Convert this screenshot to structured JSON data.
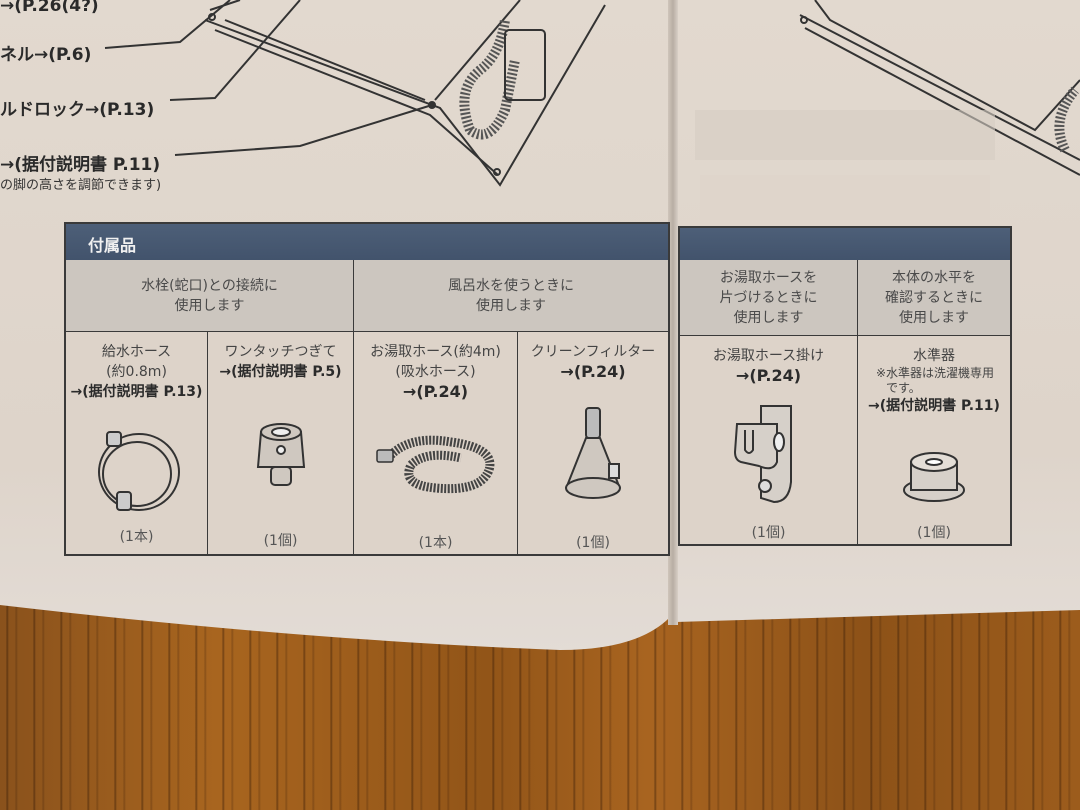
{
  "document": {
    "type": "washing-machine-instruction-manual",
    "callouts": [
      {
        "text": "→(P.26(4?)",
        "partial": true
      },
      {
        "text": "ネル→(P.6)",
        "partial": true
      },
      {
        "text": "ルドロック→(P.13)",
        "partial": true
      },
      {
        "text": "→(据付説明書 P.11)",
        "partial": true
      },
      {
        "text": "の脚の高さを調節できます)",
        "partial": true
      }
    ]
  },
  "accessories": {
    "title": "付属品",
    "categories": [
      {
        "label": "水栓(蛇口)との接続に\n使用します",
        "line1": "水栓(蛇口)との接続に",
        "line2": "使用します"
      },
      {
        "label": "風呂水を使うときに\n使用します",
        "line1": "風呂水を使うときに",
        "line2": "使用します"
      },
      {
        "label": "お湯取ホースを\n片づけるときに\n使用します",
        "line1": "お湯取ホースを",
        "line2": "片づけるときに",
        "line3": "使用します"
      },
      {
        "label": "本体の水平を\n確認するときに\n使用します",
        "line1": "本体の水平を",
        "line2": "確認するときに",
        "line3": "使用します"
      }
    ],
    "items": [
      {
        "name": "給水ホース",
        "sub": "(約0.8m)",
        "ref": "→(据付説明書 P.13)",
        "qty": "(1本)",
        "icon": "water-supply-hose-icon"
      },
      {
        "name": "ワンタッチつぎて",
        "ref": "→(据付説明書 P.5)",
        "qty": "(1個)",
        "icon": "one-touch-joint-icon"
      },
      {
        "name": "お湯取ホース(約4m)",
        "sub": "(吸水ホース)",
        "ref": "→(P.24)",
        "qty": "(1本)",
        "icon": "bath-water-hose-icon"
      },
      {
        "name": "クリーンフィルター",
        "ref": "→(P.24)",
        "qty": "(1個)",
        "icon": "clean-filter-icon"
      },
      {
        "name": "お湯取ホース掛け",
        "ref": "→(P.24)",
        "qty": "(1個)",
        "icon": "hose-hanger-icon"
      },
      {
        "name": "水準器",
        "note1": "※水準器は洗濯機専用",
        "note2": "です。",
        "ref": "→(据付説明書 P.11)",
        "qty": "(1個)",
        "icon": "spirit-level-icon"
      }
    ]
  },
  "colors": {
    "header_bar": "#46576f",
    "category_bg": "#ccc6bf",
    "paper": "#e0d7cd",
    "desk_wood": "#925518"
  }
}
